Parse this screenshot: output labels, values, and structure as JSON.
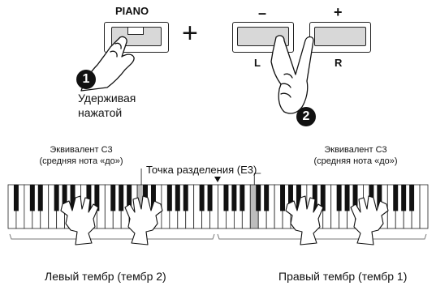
{
  "panel": {
    "piano_label": "PIANO",
    "plus_sign": "+",
    "minus_label": "–",
    "plus_label": "+",
    "l_label": "L",
    "r_label": "R"
  },
  "steps": {
    "step1_number": "1",
    "step1_text_line1": "Удерживая",
    "step1_text_line2": "нажатой",
    "step2_number": "2"
  },
  "keyboard": {
    "c3_left_line1": "Эквивалент C3",
    "c3_left_line2": "(средняя нота «до»)",
    "split_point": "Точка разделения (E3)",
    "c3_right_line1": "Эквивалент C3",
    "c3_right_line2": "(средняя нота «до»)",
    "left_voice": "Левый тембр (тембр 2)",
    "right_voice": "Правый тембр (тембр 1)",
    "white_key_count": 52
  }
}
